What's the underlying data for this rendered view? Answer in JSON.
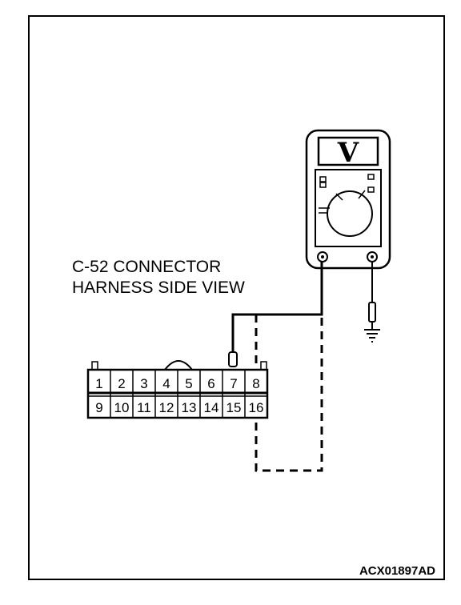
{
  "figure": {
    "connector_label_line1": "C-52 CONNECTOR",
    "connector_label_line2": "HARNESS SIDE VIEW",
    "figure_code": "ACX01897AD"
  },
  "connector": {
    "top_row": [
      "1",
      "2",
      "3",
      "4",
      "5",
      "6",
      "7",
      "8"
    ],
    "bottom_row": [
      "9",
      "10",
      "11",
      "12",
      "13",
      "14",
      "15",
      "16"
    ]
  },
  "meter": {
    "display": "V"
  }
}
